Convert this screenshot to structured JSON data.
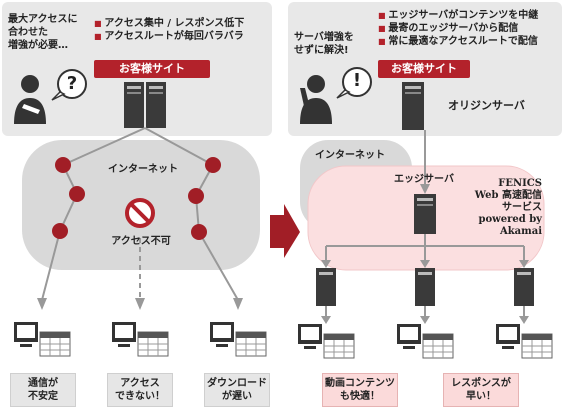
{
  "left": {
    "heading": "最大アクセスに\n合わせた\n増強が必要…",
    "bullets": [
      "アクセス集中 / レスポンス低下",
      "アクセスルートが毎回バラバラ"
    ],
    "site_label": "お客様サイト",
    "question_mark": "?",
    "network_label": "インターネット",
    "blocked_label": "アクセス不可",
    "captions": [
      "通信が\n不安定",
      "アクセス\nできない！",
      "ダウンロード\nが遅い"
    ]
  },
  "right": {
    "heading": "サーバ増強を\nせずに解決!",
    "bullets": [
      "エッジサーバがコンテンツを中継",
      "最寄のエッジサーバから配信",
      "常に最適なアクセスルートで配信"
    ],
    "site_label": "お客様サイト",
    "exclamation_mark": "!",
    "origin_label": "オリジンサーバ",
    "network_label": "インターネット",
    "edge_label": "エッジサーバ",
    "service_name": "FENICS\nWeb 高速配信\nサービス\npowered by\nAkamai",
    "captions": [
      "動画コンテンツ\nも快適！",
      "レスポンスが\n早い！"
    ]
  },
  "colors": {
    "accent_red": "#b3222b",
    "panel_gray": "#e8e8e8",
    "network_gray": "#d9d9d9",
    "pink_zone": "#fbdfe0"
  }
}
